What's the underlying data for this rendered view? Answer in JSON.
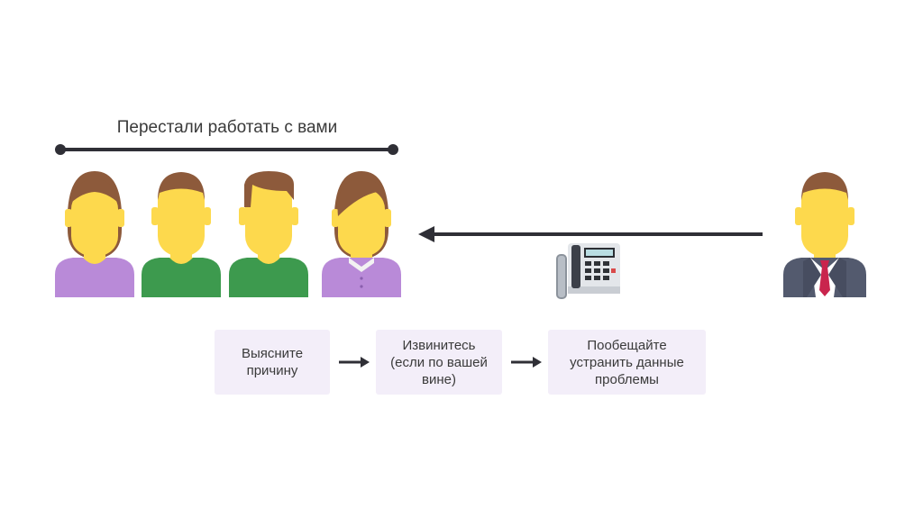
{
  "diagram": {
    "group_label": "Перестали работать с вами",
    "steps": [
      {
        "text": "Выясните\nпричину"
      },
      {
        "text": "Извинитесь\n(если по вашей\nвине)"
      },
      {
        "text": "Пообещайте\nустранить данные\nпроблемы"
      }
    ]
  },
  "colors": {
    "skin": "#fdd94d",
    "hair": "#8d5a3b",
    "purple": "#b98ad8",
    "green": "#3d9a4e",
    "suit": "#535a6e",
    "tie": "#c9254d",
    "step_bg": "#f3eef9",
    "line": "#2f2f36"
  },
  "icons": {
    "lost_clients": [
      "woman-client-icon",
      "man-client-icon",
      "man-client-icon",
      "woman-client-icon"
    ],
    "phone": "desk-phone-icon",
    "manager": "manager-icon"
  }
}
